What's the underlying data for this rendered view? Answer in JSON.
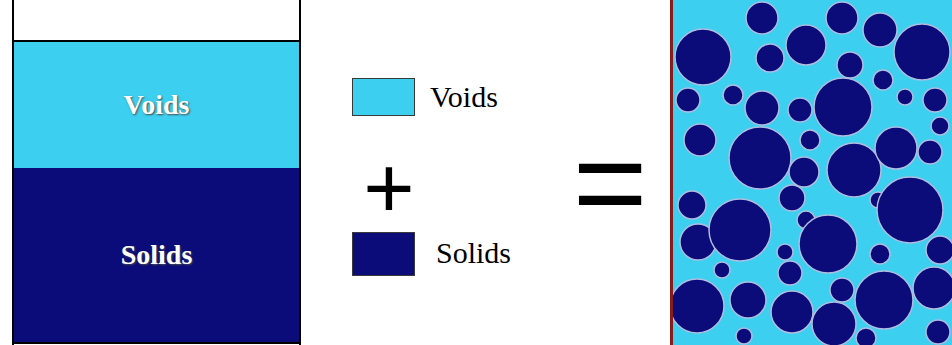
{
  "diagram": {
    "nodes": [
      {
        "text": [
          "Voids"
        ]
      },
      {
        "text": [
          "Solids"
        ]
      }
    ],
    "labels": [
      "+",
      "="
    ],
    "legend": [
      {
        "text": "Voids",
        "color": "#3dcff0"
      },
      {
        "text": "Solids",
        "color": "#0b0b7a"
      }
    ]
  }
}
